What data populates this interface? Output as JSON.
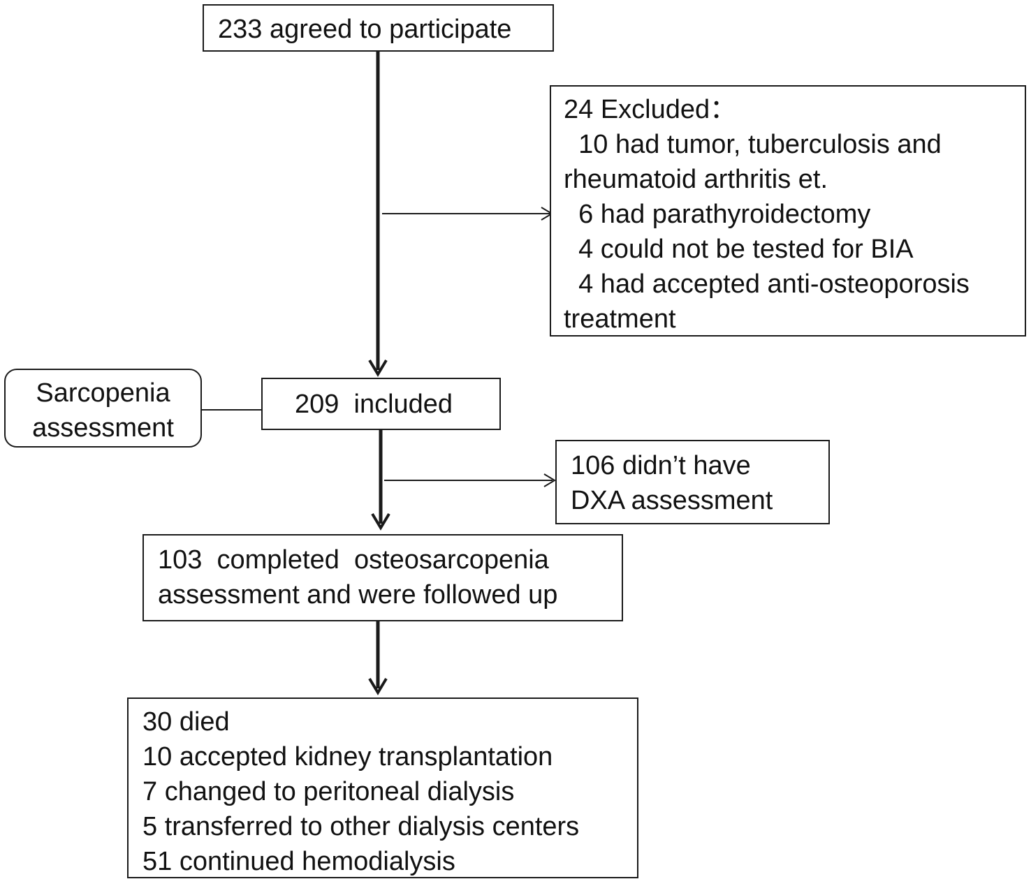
{
  "boxes": {
    "start": {
      "text": "233 agreed to participate"
    },
    "excluded": {
      "lines": [
        "24 Excluded：",
        "  10 had tumor, tuberculosis and",
        "rheumatoid arthritis et.",
        "  6 had parathyroidectomy",
        "  4 could not be tested for BIA",
        "  4 had accepted anti-osteoporosis",
        "treatment"
      ]
    },
    "sarcopenia": {
      "lines": [
        "Sarcopenia",
        "assessment"
      ]
    },
    "included": {
      "text": "209  included"
    },
    "no_dxa": {
      "lines": [
        "106 didn’t have",
        "DXA assessment"
      ]
    },
    "completed": {
      "lines": [
        "103  completed  osteosarcopenia",
        "assessment and were followed up"
      ]
    },
    "outcomes": {
      "lines": [
        "30 died",
        "10 accepted kidney transplantation",
        "7 changed to peritoneal dialysis",
        "5 transferred to other dialysis centers",
        "51 continued hemodialysis"
      ]
    }
  },
  "colors": {
    "line": "#1a1a1a",
    "text": "#111111",
    "background": "#ffffff"
  }
}
